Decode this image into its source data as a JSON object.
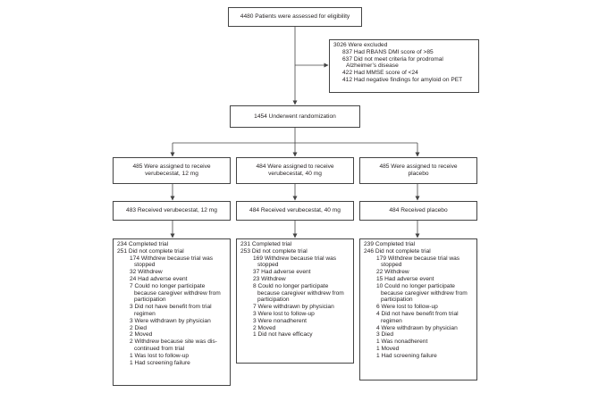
{
  "assessed": "4480 Patients were assessed for eligibility",
  "excluded": {
    "header": "3026 Were excluded",
    "items": [
      "837 Had RBANS DMI score of >85",
      "637 Did not meet criteria for prodromal Alzheimer’s disease",
      "422 Had MMSE score of <24",
      "412 Had negative findings for amyloid on PET"
    ]
  },
  "randomized": "1454 Underwent randomization",
  "arms": [
    {
      "assigned": "485 Were assigned to receive verubecestat, 12 mg",
      "received": "483 Received verubecestat, 12 mg",
      "completed": "234 Completed trial",
      "not_completed": "251 Did not complete trial",
      "items": [
        "174 Withdrew because trial was stopped",
        "32 Withdrew",
        "24 Had adverse event",
        "7 Could no longer participate because caregiver withdrew from participation",
        "3 Did not have benefit from trial regimen",
        "3 Were withdrawn by physician",
        "2 Died",
        "2 Moved",
        "2 Withdrew because site was dis-continued from trial",
        "1 Was lost to follow-up",
        "1 Had screening failure"
      ]
    },
    {
      "assigned": "484 Were assigned to receive verubecestat, 40 mg",
      "received": "484 Received verubecestat, 40 mg",
      "completed": "231 Completed trial",
      "not_completed": "253 Did not complete trial",
      "items": [
        "169 Withdrew because trial was stopped",
        "37 Had adverse event",
        "23 Withdrew",
        "8 Could no longer participate because caregiver withdrew from participation",
        "7 Were withdrawn by physician",
        "3 Were lost to follow-up",
        "3 Were nonadherent",
        "2 Moved",
        "1 Did not have efficacy"
      ]
    },
    {
      "assigned": "485 Were assigned to receive placebo",
      "received": "484 Received placebo",
      "completed": "239 Completed trial",
      "not_completed": "246 Did not complete trial",
      "items": [
        "179 Withdrew because trial was stopped",
        "22 Withdrew",
        "15 Had adverse event",
        "10 Could no longer participate because caregiver withdrew from participation",
        "6 Were lost to follow-up",
        "4 Did not have benefit from trial regimen",
        "4 Were withdrawn by physician",
        "3 Died",
        "1 Was nonadherent",
        "1 Moved",
        "1 Had screening failure"
      ]
    }
  ]
}
